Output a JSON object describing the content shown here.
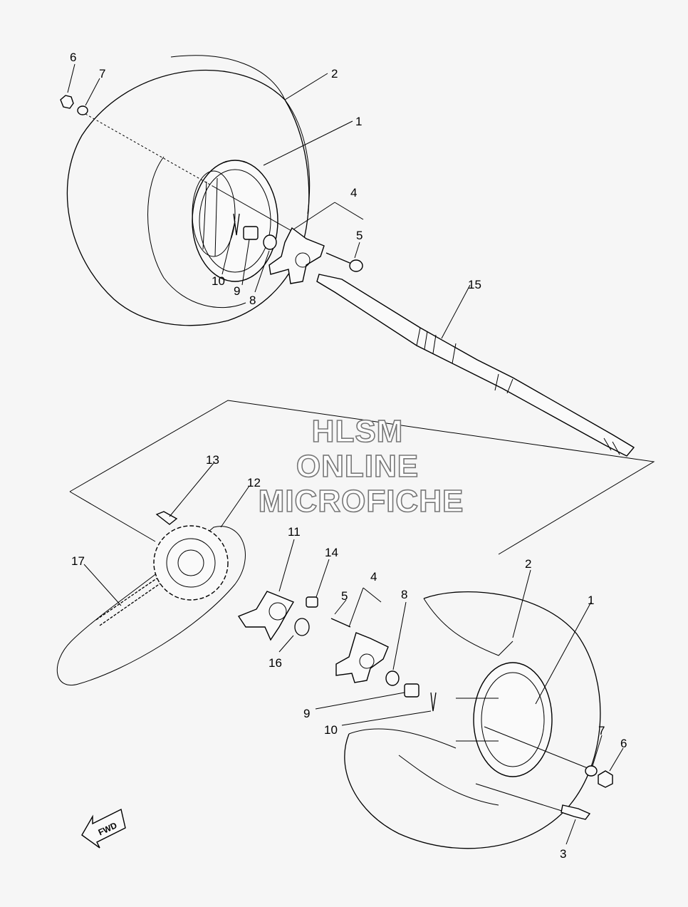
{
  "watermark": {
    "line1": "HLSM",
    "line2": "ONLINE",
    "line3": "MICROFICHE"
  },
  "direction_label": "FWD",
  "callouts": {
    "top": {
      "c6": "6",
      "c7": "7",
      "c2": "2",
      "c1": "1",
      "c4": "4",
      "c5": "5",
      "c15": "15",
      "c10": "10",
      "c9": "9",
      "c8": "8"
    },
    "bottom": {
      "c13": "13",
      "c12": "12",
      "c17": "17",
      "c11": "11",
      "c14": "14",
      "c4": "4",
      "c5": "5",
      "c8": "8",
      "c2": "2",
      "c1": "1",
      "c16": "16",
      "c9": "9",
      "c10": "10",
      "c7": "7",
      "c6": "6",
      "c3": "3"
    }
  }
}
